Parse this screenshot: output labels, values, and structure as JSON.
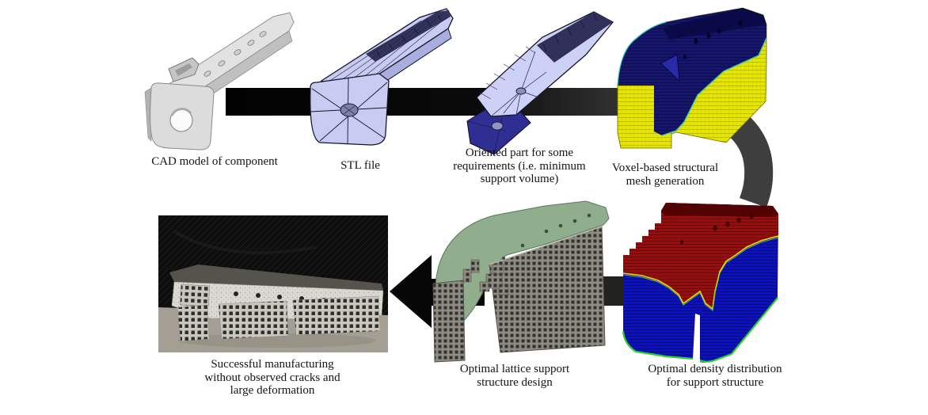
{
  "figure": {
    "title_implicit": "Additive manufacturing support-structure design workflow",
    "flow": [
      "cad-model",
      "stl-file",
      "oriented-part",
      "voxel-mesh",
      "density-distribution",
      "lattice-support",
      "manufactured-part"
    ],
    "steps": [
      {
        "id": "cad-model",
        "label": "CAD model of component",
        "lines": [
          "CAD model of component"
        ]
      },
      {
        "id": "stl-file",
        "label": "STL file",
        "lines": [
          "STL file"
        ]
      },
      {
        "id": "oriented-part",
        "label": "Oriented part for some requirements (i.e. minimum support volume)",
        "lines": [
          "Oriented part for some",
          "requirements (i.e. minimum",
          "support volume)"
        ]
      },
      {
        "id": "voxel-mesh",
        "label": "Voxel-based structural mesh generation",
        "lines": [
          "Voxel-based structural",
          "mesh generation"
        ]
      },
      {
        "id": "density-distribution",
        "label": "Optimal density distribution for support structure",
        "lines": [
          "Optimal density distribution",
          "for support structure"
        ]
      },
      {
        "id": "lattice-support",
        "label": "Optimal lattice support structure design",
        "lines": [
          "Optimal lattice support",
          "structure design"
        ]
      },
      {
        "id": "manufactured-part",
        "label": "Successful manufacturing without observed cracks and large deformation",
        "lines": [
          "Successful manufacturing",
          "without observed cracks and",
          "large deformation"
        ]
      }
    ],
    "colors": {
      "background": "#ffffff",
      "cad_gray": "#dcdcdc",
      "stl_lavender": "#c8ccf2",
      "oriented_navy_base": "#2e2e93",
      "voxel_part_navy": "#15156e",
      "voxel_support_yellow": "#e6e600",
      "density_high_red": "#9b0d0d",
      "density_low_blue": "#0b10c8",
      "density_transition_yellow": "#ffd400",
      "density_edge_green": "#2bd12b",
      "lattice_part_green": "#90ad8e",
      "lattice_support_gray": "#8e8c82",
      "arrow_black": "#070707",
      "arrow_dark_gray": "#3e3e3e"
    }
  }
}
